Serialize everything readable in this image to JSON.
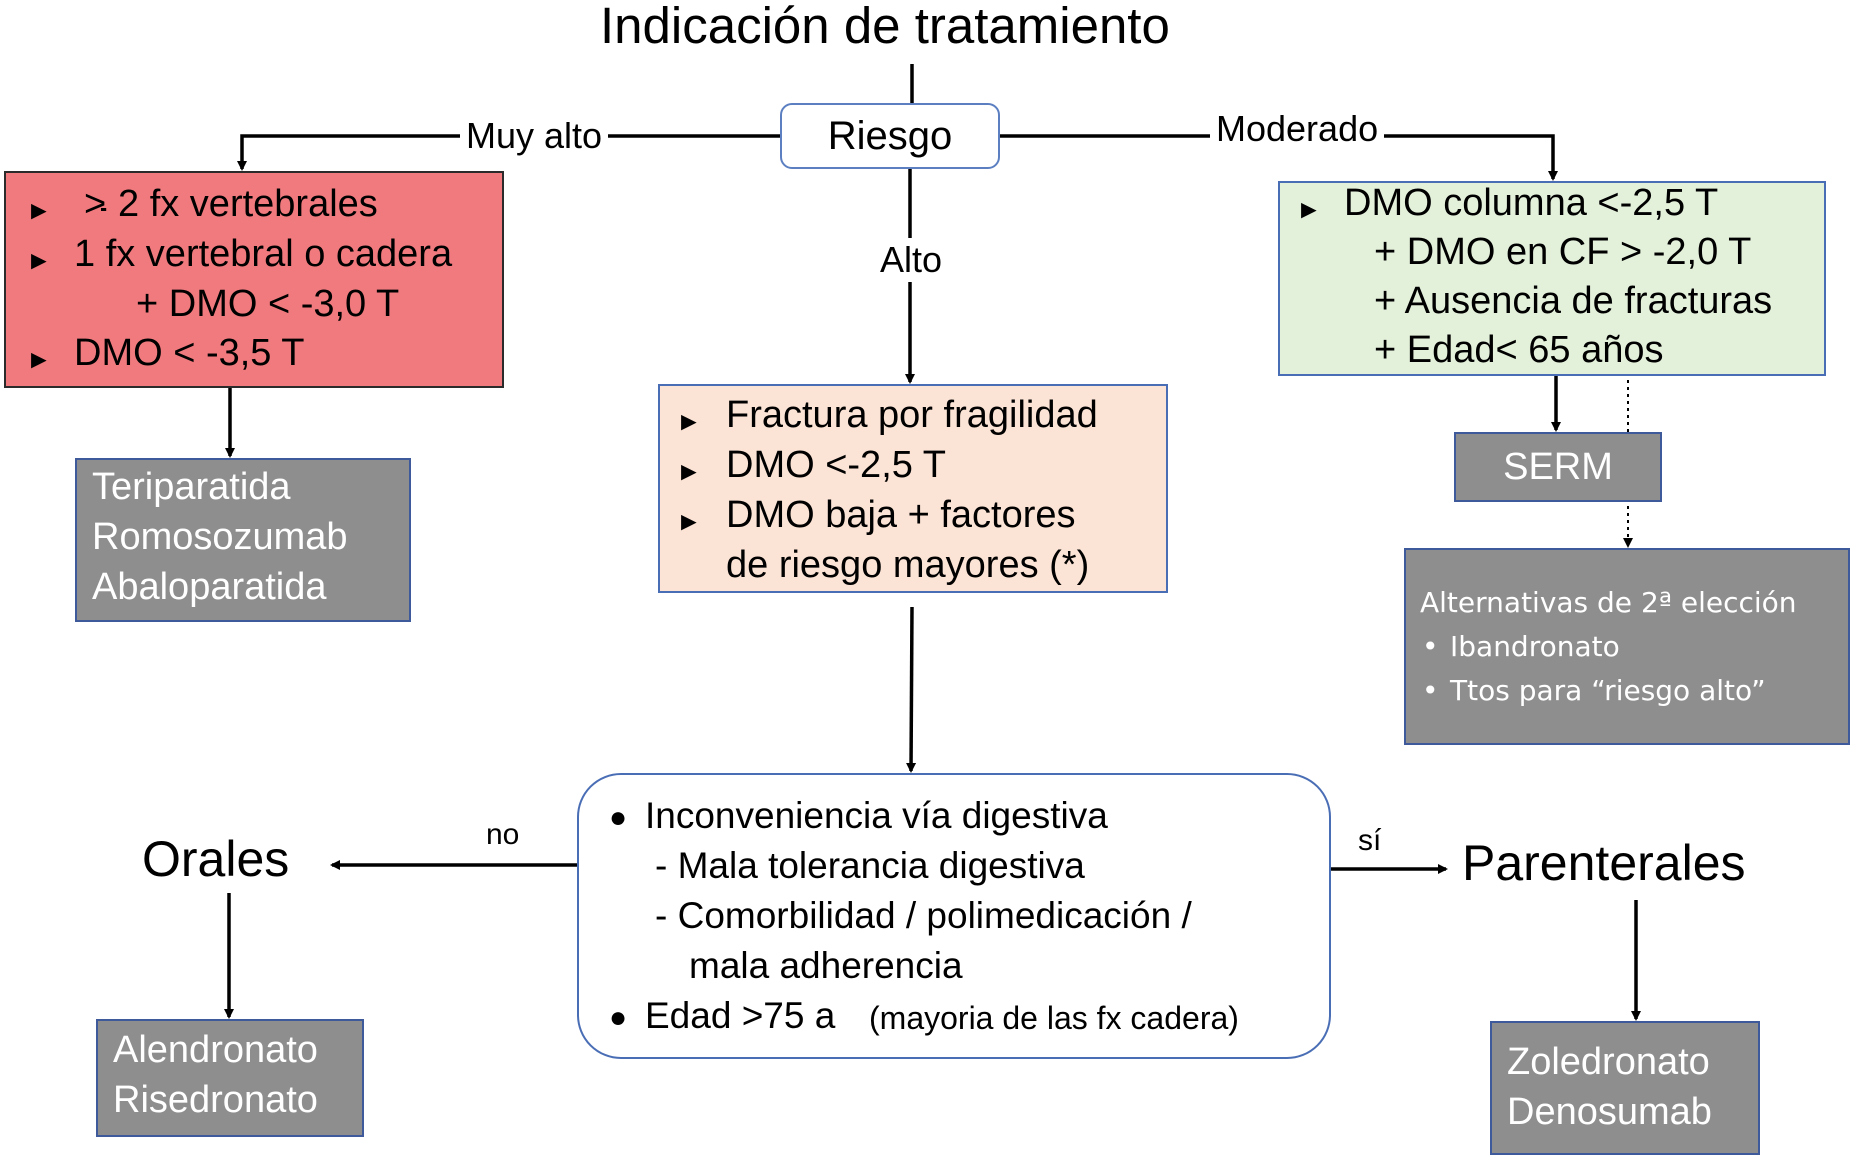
{
  "title": "Indicación de tratamiento",
  "riesgo_label": "Riesgo",
  "branches": {
    "muy_alto": "Muy alto",
    "alto": "Alto",
    "moderado": "Moderado",
    "no": "no",
    "si": "sí"
  },
  "muy_alto_criteria": {
    "bullet": "►",
    "ge_symbol": ">",
    "line1_rest": "2 fx vertebrales",
    "line2": "1 fx vertebral o cadera",
    "line3": "+ DMO < -3,0 T",
    "line4": "DMO < -3,5 T"
  },
  "muy_alto_treatments": [
    "Teriparatida",
    "Romosozumab",
    "Abaloparatida"
  ],
  "alto_criteria": {
    "line1": "Fractura por fragilidad",
    "line2": "DMO <-2,5 T",
    "line3": "DMO baja + factores",
    "line4": "de riesgo mayores (*)"
  },
  "moderado_criteria": {
    "line1": "DMO columna <-2,5 T",
    "line2": "+ DMO en CF > -2,0 T",
    "line3": "+ Ausencia de fracturas",
    "line4": "+ Edad< 65 años"
  },
  "serm": "SERM",
  "alternatives": {
    "title": "Alternativas de 2ª elección",
    "items": [
      "Ibandronato",
      "Ttos para “riesgo alto”"
    ]
  },
  "central": {
    "dot": "●",
    "line1": "Inconveniencia vía digestiva",
    "line2": "- Mala tolerancia digestiva",
    "line3": "- Comorbilidad / polimedicación /",
    "line4": "mala adherencia",
    "line5_main": "Edad >75 a",
    "line5_note": "(mayoria de las fx cadera)"
  },
  "orales": "Orales",
  "parenterales": "Parenterales",
  "oral_treatments": [
    "Alendronato",
    "Risedronato"
  ],
  "parenteral_treatments": [
    "Zoledronato",
    "Denosumab"
  ]
}
